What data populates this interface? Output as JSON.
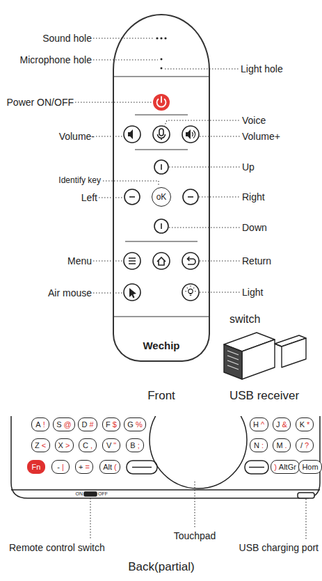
{
  "diagram": {
    "nodes": [
      {
        "text": [
          "Wechip"
        ]
      },
      {
        "text": [
          "oK"
        ],
        "in": 0
      },
      {
        "text": [
          "A",
          "!"
        ]
      },
      {
        "text": [
          "S",
          "@"
        ]
      },
      {
        "text": [
          "D",
          "#"
        ]
      },
      {
        "text": [
          "F",
          "$"
        ]
      },
      {
        "text": [
          "G",
          "%"
        ]
      },
      {
        "text": [
          "H",
          "^"
        ]
      },
      {
        "text": [
          "J",
          "&"
        ]
      },
      {
        "text": [
          "K",
          "*"
        ]
      },
      {
        "text": [
          "Z",
          "<"
        ]
      },
      {
        "text": [
          "X",
          ">"
        ]
      },
      {
        "text": [
          "C",
          ","
        ]
      },
      {
        "text": [
          "V",
          "\""
        ]
      },
      {
        "text": [
          "B",
          ";"
        ]
      },
      {
        "text": [
          "N",
          ":"
        ]
      },
      {
        "text": [
          "M",
          "."
        ]
      },
      {
        "text": [
          "/",
          "?"
        ]
      },
      {
        "text": [
          "Fn"
        ]
      },
      {
        "text": [
          "-",
          "|"
        ]
      },
      {
        "text": [
          "+",
          "="
        ]
      },
      {
        "text": [
          "Alt",
          "("
        ]
      },
      {
        "text": [
          ")",
          "AltGr"
        ]
      },
      {
        "text": [
          "Hom"
        ]
      }
    ],
    "labels": [
      "Sound hole",
      "Microphone hole",
      "Light hole",
      "Power ON/OFF",
      "Voice",
      "Volume-",
      "Volume+",
      "Up",
      "Identify key",
      "Left",
      "Right",
      "Down",
      "Menu",
      "Return",
      "Air mouse",
      "Light",
      "switch",
      "Front",
      "USB receiver",
      "ON",
      "OFF",
      "Remote control switch",
      "Touchpad",
      "USB charging port",
      "Back(partial)"
    ]
  }
}
